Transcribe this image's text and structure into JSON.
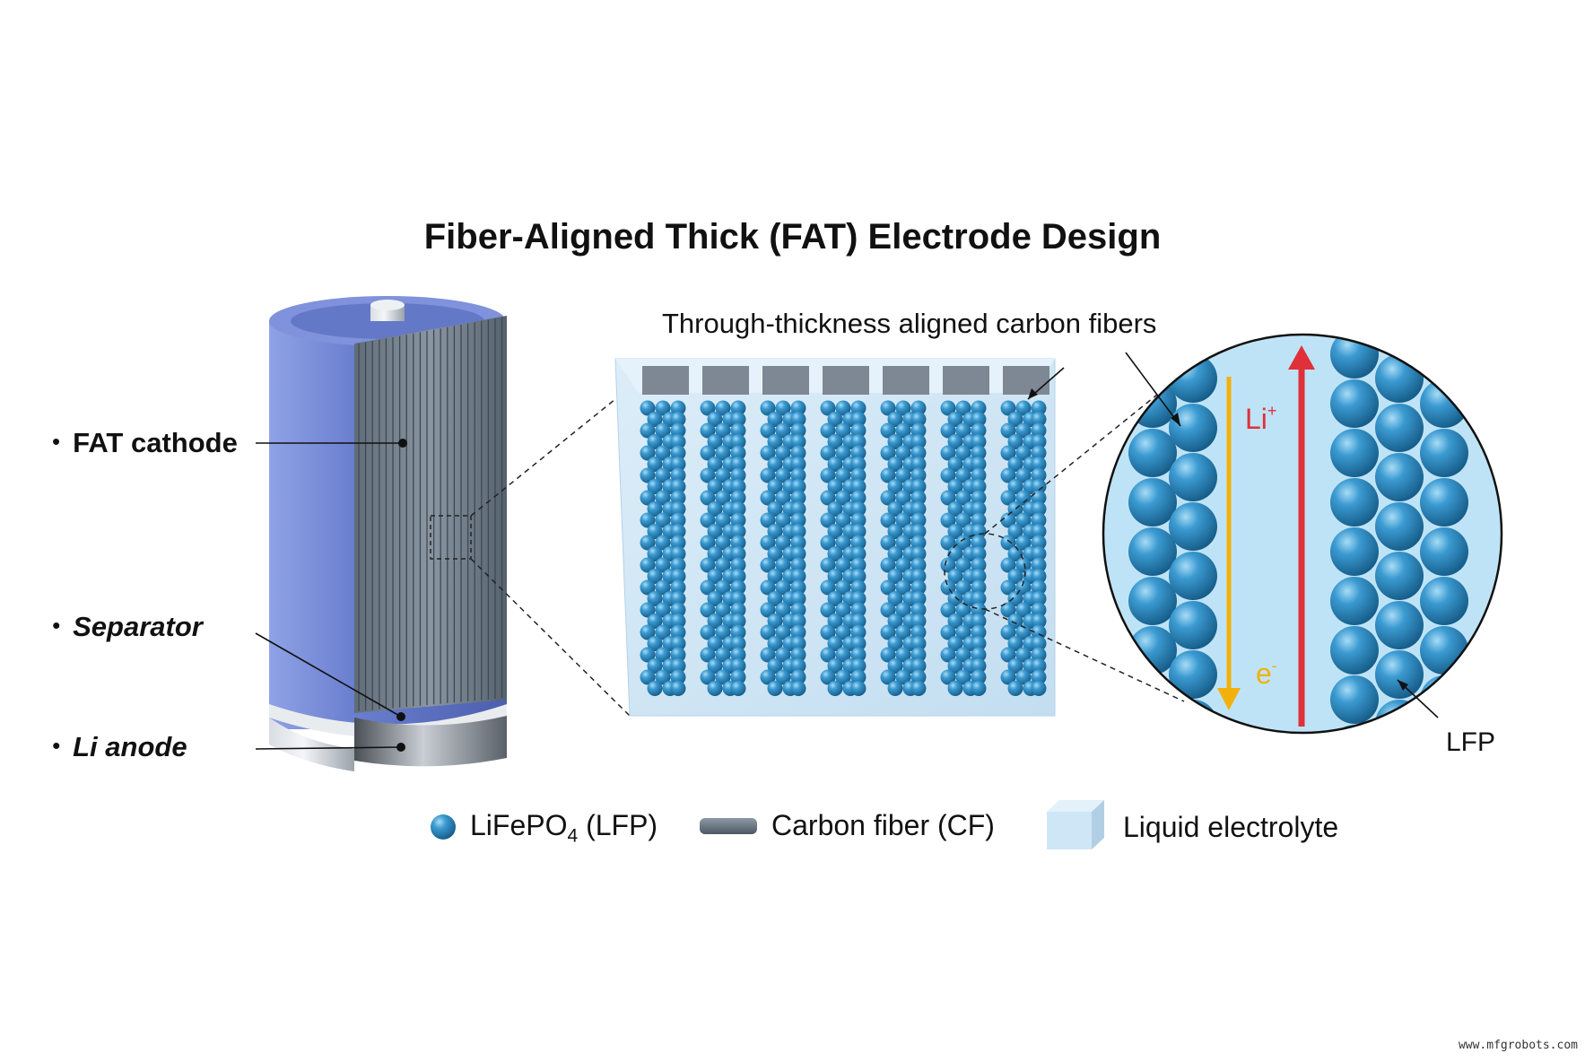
{
  "title": "Fiber-Aligned Thick (FAT) Electrode Design",
  "annotation_fibers": "Through-thickness aligned carbon fibers",
  "cell_labels": {
    "fat_cathode": "FAT cathode",
    "separator": "Separator",
    "li_anode": "Li anode"
  },
  "zoom": {
    "li_ion": "Li",
    "li_ion_sup": "+",
    "electron": "e",
    "electron_sup": "-",
    "lfp": "LFP"
  },
  "legend": {
    "lfp_main": "LiFePO",
    "lfp_sub": "4",
    "lfp_suffix": " (LFP)",
    "carbon_fiber": "Carbon fiber (CF)",
    "electrolyte": "Liquid electrolyte"
  },
  "watermark": "www.mfgrobots.com",
  "colors": {
    "particle": "#2f8fc4",
    "fiber": "#5f6f7d",
    "electrolyte": "#cfe6f6",
    "battery_shell": "#6e83cf",
    "li_arrow": "#e0303a",
    "e_arrow": "#f2b10a"
  }
}
